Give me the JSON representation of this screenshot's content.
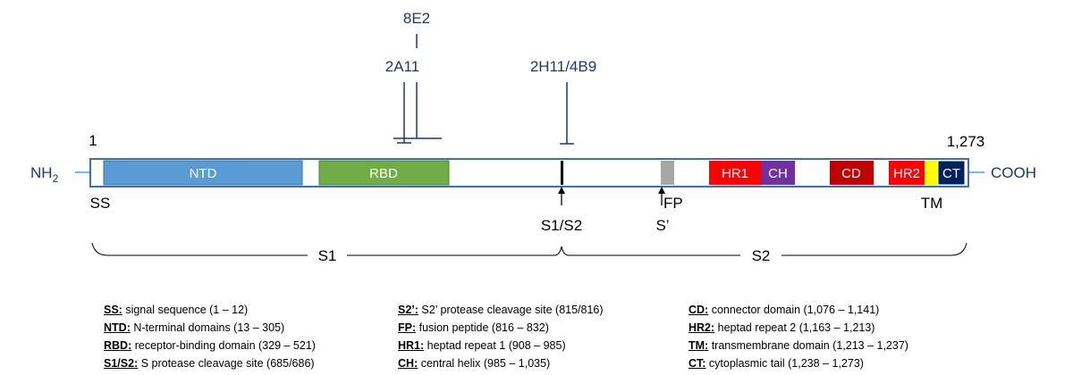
{
  "terminals": {
    "n": "NH",
    "n_sub": "2",
    "c": "COOH"
  },
  "positions": {
    "start": "1",
    "end": "1,273"
  },
  "domains": [
    {
      "label": "NTD",
      "color": "#5B9BD5"
    },
    {
      "label": "RBD",
      "color": "#70AD47"
    },
    {
      "label": "HR1",
      "color": "#FF0000"
    },
    {
      "label": "CH",
      "color": "#7030A0"
    },
    {
      "label": "CD",
      "color": "#C00000"
    },
    {
      "label": "HR2",
      "color": "#FF0000"
    },
    {
      "label": "CT",
      "color": "#002060"
    }
  ],
  "unlabeled_regions": {
    "fp_color": "#A6A6A6",
    "tm_color": "#FFFF00",
    "site_color": "#000000"
  },
  "markers": {
    "ss": "SS",
    "fp": "FP",
    "s1s2": "S1/S2",
    "s2prime": "S’",
    "tm": "TM"
  },
  "subunits": {
    "s1": "S1",
    "s2": "S2"
  },
  "antibodies": {
    "a": "8E2",
    "b": "2A11",
    "c": "2H11/4B9"
  },
  "legend": [
    [
      {
        "abbr": "SS:",
        "desc": " signal sequence (1 – 12)"
      },
      {
        "abbr": "NTD:",
        "desc": " N-terminal domains (13 – 305)"
      },
      {
        "abbr": "RBD:",
        "desc": " receptor-binding domain (329 – 521)"
      },
      {
        "abbr": "S1/S2:",
        "desc": " S protease cleavage site (685/686)"
      }
    ],
    [
      {
        "abbr": "S2’:",
        "desc": " S2’ protease cleavage site (815/816)"
      },
      {
        "abbr": "FP:",
        "desc": " fusion peptide (816 – 832)"
      },
      {
        "abbr": "HR1:",
        "desc": " heptad repeat 1 (908 – 985)"
      },
      {
        "abbr": "CH:",
        "desc": " central helix (985 – 1,035)"
      }
    ],
    [
      {
        "abbr": "CD:",
        "desc": " connector domain (1,076 – 1,141)"
      },
      {
        "abbr": "HR2:",
        "desc": " heptad repeat 2 (1,163 – 1,213)"
      },
      {
        "abbr": "TM:",
        "desc": " transmembrane domain (1,213 – 1,237)"
      },
      {
        "abbr": "CT:",
        "desc": " cytoplasmic tail (1,238 – 1,273)"
      }
    ]
  ]
}
